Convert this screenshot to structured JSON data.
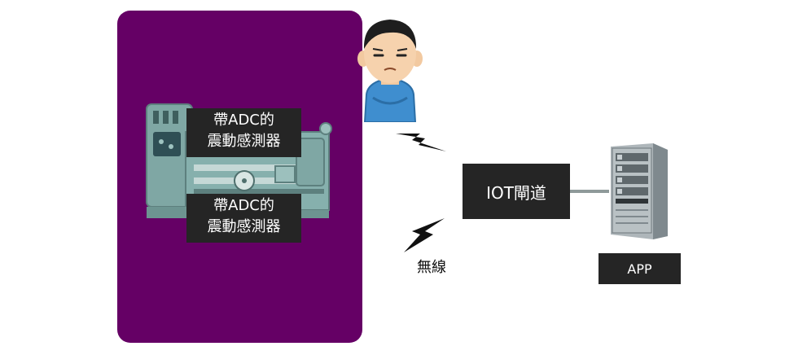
{
  "sensor_label_1": [
    "帶ADC的",
    "震動感測器"
  ],
  "sensor_label_2": [
    "帶ADC的",
    "震動感測器"
  ],
  "wireless_label": "無線",
  "gateway_label": "IOT閘道",
  "app_label": "APP",
  "colors": {
    "panel": "#650065",
    "label_box": "#252525",
    "machine": "#7fa7a4",
    "server": "#8f9aa0"
  },
  "icons": {
    "machine": "lathe-machine-icon",
    "person": "worker-icon",
    "signal": "lightning-bolt-icon",
    "server": "server-tower-icon"
  }
}
